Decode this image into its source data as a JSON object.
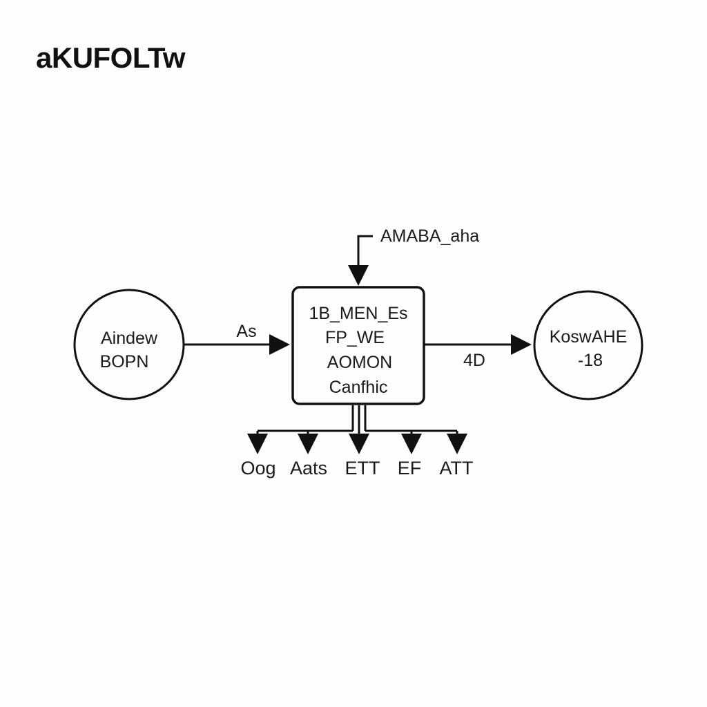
{
  "title": "aKUFOLTw",
  "colors": {
    "stroke": "#111111",
    "text": "#1a1a1a",
    "background": "#fdfdfd"
  },
  "diagram": {
    "source": {
      "shape": "circle",
      "lines": [
        "Aindew",
        "BOPN"
      ]
    },
    "process": {
      "shape": "rounded-rectangle",
      "lines": [
        "1B_MEN_Es",
        "FP_WE",
        "AOMON",
        "Canfhic"
      ]
    },
    "sink": {
      "shape": "circle",
      "lines": [
        "KoswAHE",
        "-18"
      ]
    },
    "top_input": {
      "label": "AMABA_aha"
    },
    "edges": {
      "source_to_process": "As",
      "process_to_sink": "4D"
    },
    "outputs": [
      "Oog",
      "Aats",
      "ETT",
      "EF",
      "ATT"
    ]
  }
}
